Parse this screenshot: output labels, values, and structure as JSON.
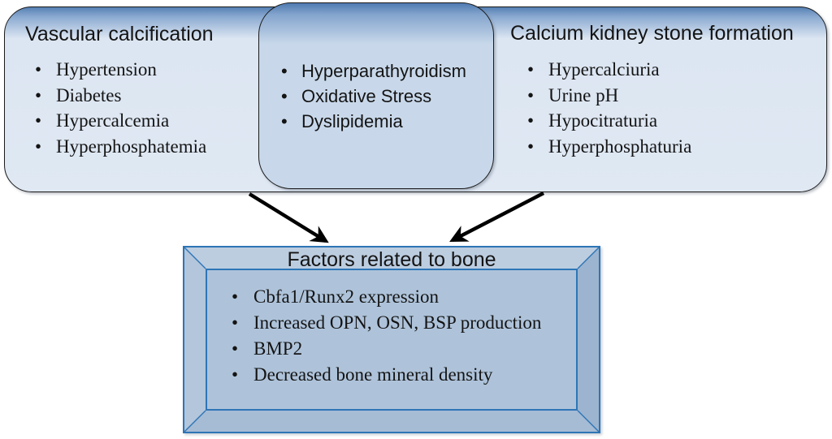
{
  "bullet_glyph": "•",
  "colors": {
    "top_box_fill": "#dce6f2",
    "top_box_gradient_top": "#5580b4",
    "middle_box_fill": "#c8d8ea",
    "box_outline": "#1b1b1b",
    "bottom_box_border": "#2e75b6",
    "bottom_frame_fill": "#b7c9de",
    "bottom_panel_fill": "#aec3da",
    "arrow_color": "#000000"
  },
  "top": {
    "left_box": {
      "title": "Vascular calcification",
      "items": [
        "Hypertension",
        "Diabetes",
        "Hypercalcemia",
        "Hyperphosphatemia"
      ]
    },
    "middle_box": {
      "items": [
        "Hyperparathyroidism",
        "Oxidative Stress",
        "Dyslipidemia"
      ]
    },
    "right_box": {
      "title": "Calcium kidney stone formation",
      "items": [
        "Hypercalciuria",
        "Urine pH",
        "Hypocitraturia",
        "Hyperphosphaturia"
      ]
    }
  },
  "bottom_box": {
    "title": "Factors related to bone",
    "items": [
      "Cbfa1/Runx2 expression",
      "Increased OPN, OSN, BSP production",
      "BMP2",
      "Decreased bone mineral density"
    ]
  }
}
